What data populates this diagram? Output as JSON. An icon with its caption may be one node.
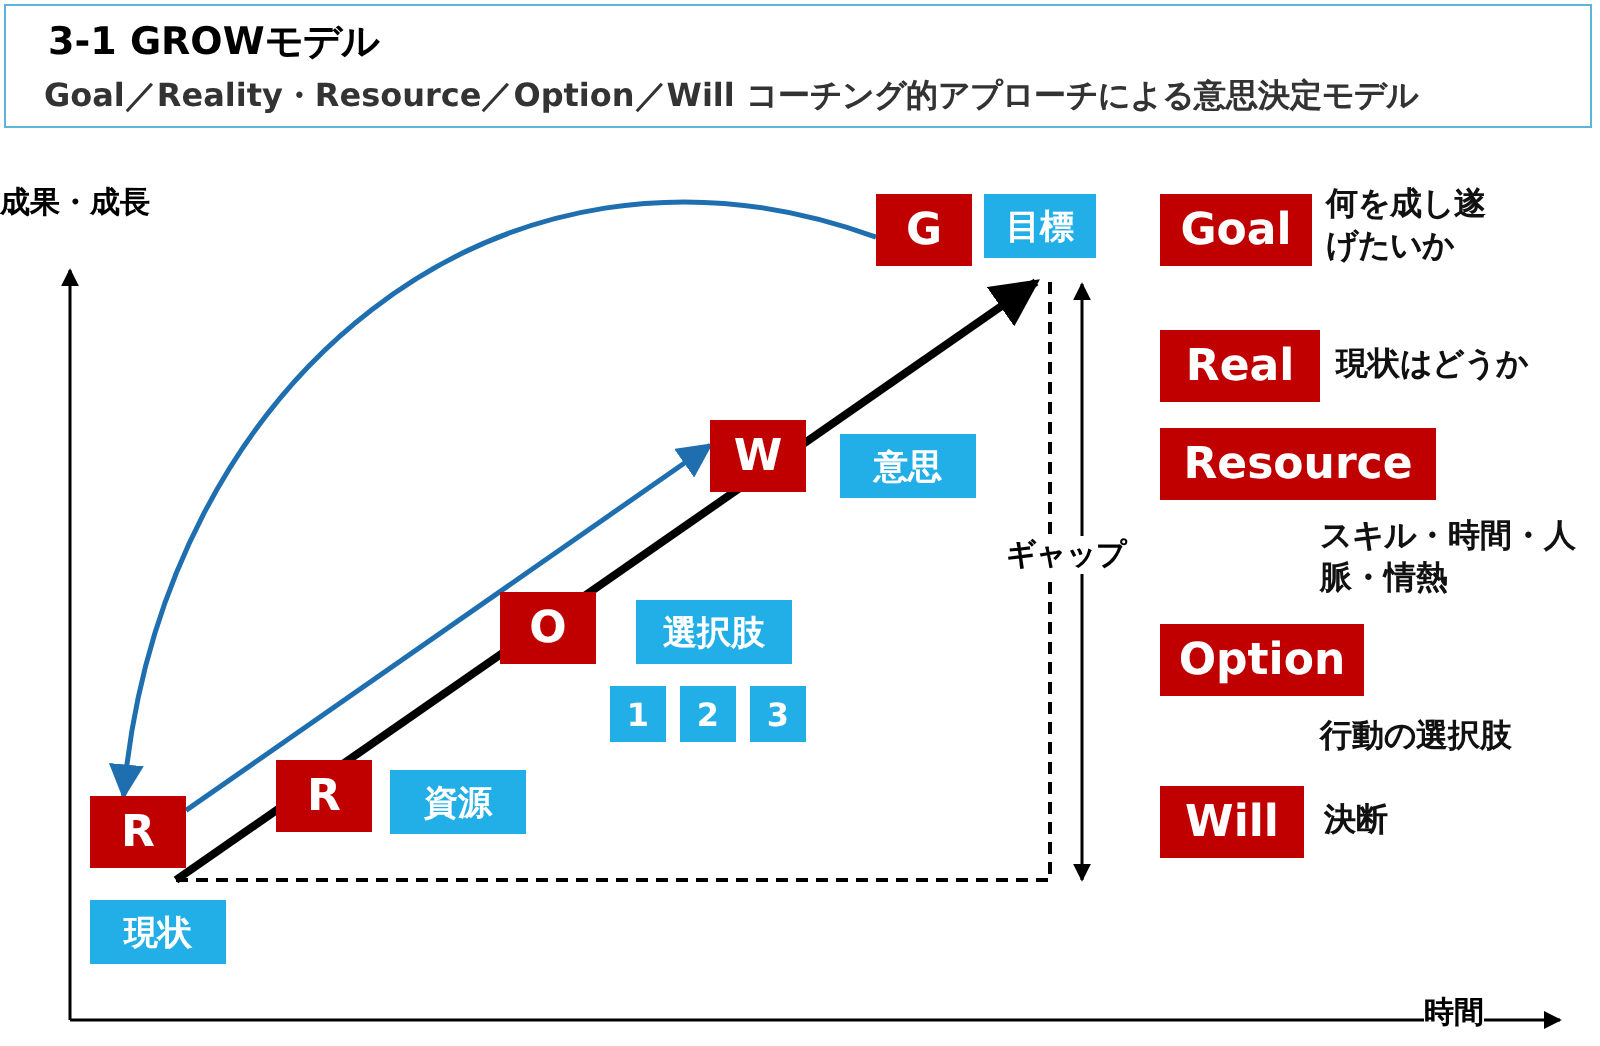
{
  "diagram": {
    "title": "3-1  GROWモデル",
    "caption": "Goal／Reality・Resource／Option／Will  コーチング的アプローチによる意思決定モデル",
    "nodes": [
      {
        "text": [
          "G"
        ]
      },
      {
        "text": [
          "目標"
        ]
      },
      {
        "text": [
          "Goal"
        ],
        "beside": [
          "何を成し遂げたいか"
        ]
      },
      {
        "text": [
          "Real"
        ],
        "beside": [
          "現状はどうか"
        ]
      },
      {
        "text": [
          "W"
        ]
      },
      {
        "text": [
          "意思"
        ]
      },
      {
        "text": [
          "Resource"
        ],
        "beside": [
          "スキル・時間・人脈・情熱"
        ]
      },
      {
        "text": [
          "O"
        ]
      },
      {
        "text": [
          "選択肢"
        ]
      },
      {
        "text": [
          "1"
        ]
      },
      {
        "text": [
          "2"
        ]
      },
      {
        "text": [
          "3"
        ]
      },
      {
        "text": [
          "Option"
        ],
        "beside": [
          "行動の選択肢"
        ]
      },
      {
        "text": [
          "R"
        ]
      },
      {
        "text": [
          "資源"
        ]
      },
      {
        "text": [
          "R"
        ]
      },
      {
        "text": [
          "Will"
        ],
        "beside": [
          "決断"
        ]
      },
      {
        "text": [
          "現状"
        ]
      }
    ],
    "edges": [
      {
        "from": 0,
        "to": 15,
        "arrow": "to"
      },
      {
        "from": 15,
        "to": 4,
        "arrow": "to"
      }
    ],
    "labels": [
      "成果・成長",
      "ギャップ",
      "時間"
    ]
  }
}
